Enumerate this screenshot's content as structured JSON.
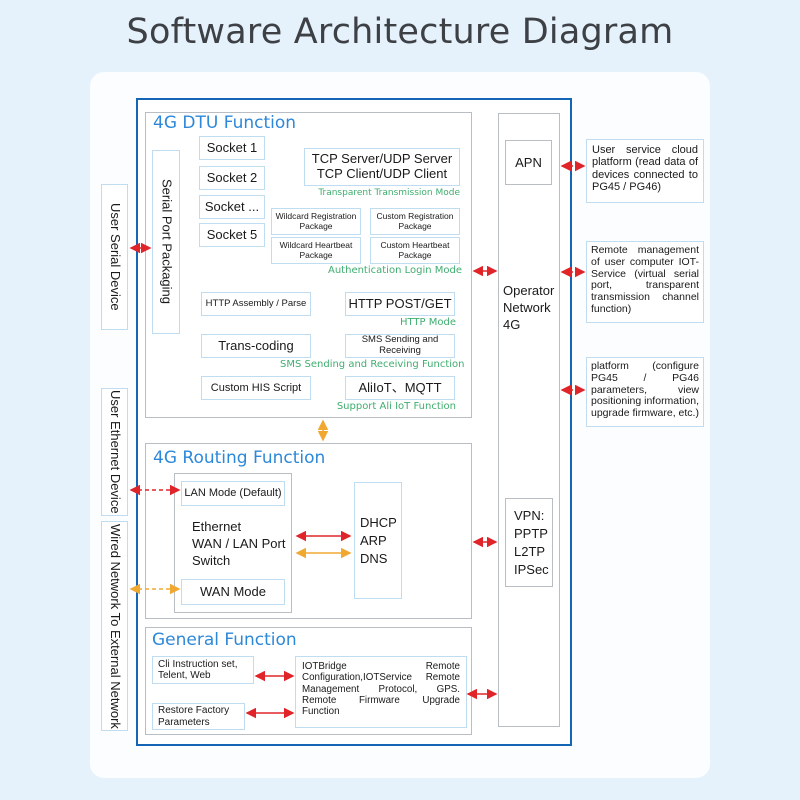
{
  "title": "Software Architecture Diagram",
  "colors": {
    "accent_blue": "#1565b7",
    "section_title": "#2d88d9",
    "green_label": "#3fae6e",
    "arrow_red": "#e0252a",
    "arrow_orange": "#f0a830",
    "background": "#e6f2fb"
  },
  "left_devices": {
    "serial": "User Serial Device",
    "ethernet": "User Ethernet Device",
    "wired": "Wired Network To External Network"
  },
  "dtu": {
    "title": "4G DTU Function",
    "serial_packaging": "Serial Port Packaging",
    "sockets": [
      "Socket 1",
      "Socket 2",
      "Socket ...",
      "Socket 5"
    ],
    "tcp_lines": [
      "TCP Server/UDP Server",
      "TCP Client/UDP Client"
    ],
    "transparent_mode": "Transparent Transmission Mode",
    "wildcard_registration": "Wildcard Registration Package",
    "custom_registration": "Custom Registration Package",
    "wildcard_heartbeat": "Wildcard Heartbeat Package",
    "custom_heartbeat": "Custom Heartbeat Package",
    "auth_mode": "Authentication Login Mode",
    "http_assembly": "HTTP Assembly / Parse",
    "http_post_get": "HTTP POST/GET",
    "http_mode": "HTTP Mode",
    "transcoding": "Trans-coding",
    "sms_box": "SMS Sending and Receiving",
    "sms_function": "SMS Sending and Receiving Function",
    "custom_his": "Custom HIS Script",
    "aliiot": "AliIoT、MQTT",
    "ali_function": "Support Ali IoT Function"
  },
  "routing": {
    "title": "4G Routing Function",
    "lan_mode": "LAN Mode (Default)",
    "ethernet_lines": [
      "Ethernet",
      "WAN / LAN Port",
      "Switch"
    ],
    "wan_mode": "WAN Mode",
    "protocols": [
      "DHCP",
      "ARP",
      "DNS"
    ]
  },
  "general": {
    "title": "General Function",
    "cli": "Cli Instruction set, Telent, Web",
    "restore": "Restore Factory Parameters",
    "iotbridge": "IOTBridge Remote Configuration,IOTService Remote Management Protocol, GPS. Remote Firmware Upgrade Function"
  },
  "operator": {
    "apn": "APN",
    "network_lines": [
      "Operator",
      "Network",
      "4G"
    ],
    "vpn_lines": [
      "VPN:",
      "PPTP",
      "L2TP",
      "IPSec"
    ]
  },
  "right_services": {
    "cloud": "User service cloud platform (read data of devices connected to PG45 / PG46)",
    "remote": "Remote management of user computer IOT-Service (virtual serial port, transparent transmission channel function)",
    "platform": "platform (configure PG45 / PG46 parameters, view positioning information, upgrade firmware, etc.)"
  }
}
